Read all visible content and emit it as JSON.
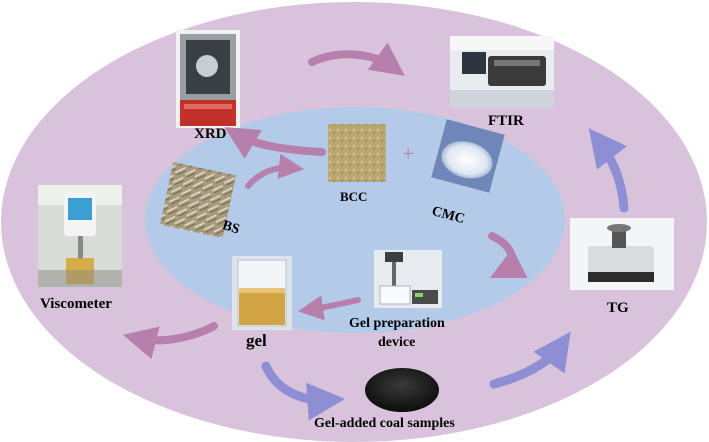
{
  "labels": {
    "xrd": "XRD",
    "ftir": "FTIR",
    "bcc": "BCC",
    "cmc": "CMC",
    "plus": "+",
    "bs": "BS",
    "viscometer": "Viscometer",
    "gel": "gel",
    "gel_device_line1": "Gel preparation",
    "gel_device_line2": "device",
    "tg": "TG",
    "coal_samples": "Gel-added coal samples"
  },
  "colors": {
    "outer_ellipse": "#d9c3dc",
    "inner_ellipse": "#b3cbe8",
    "arrow_pink": "#b77fab",
    "arrow_blue": "#8d8ed3",
    "bcc_powder": "#b9a673",
    "coal": "#1e1e1e"
  }
}
